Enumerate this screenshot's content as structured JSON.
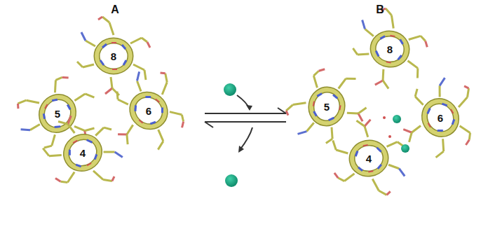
{
  "diagram": {
    "labels": [
      "A",
      "B",
      "8",
      "6",
      "5",
      "4",
      "8",
      "5",
      "6",
      "4"
    ]
  }
}
